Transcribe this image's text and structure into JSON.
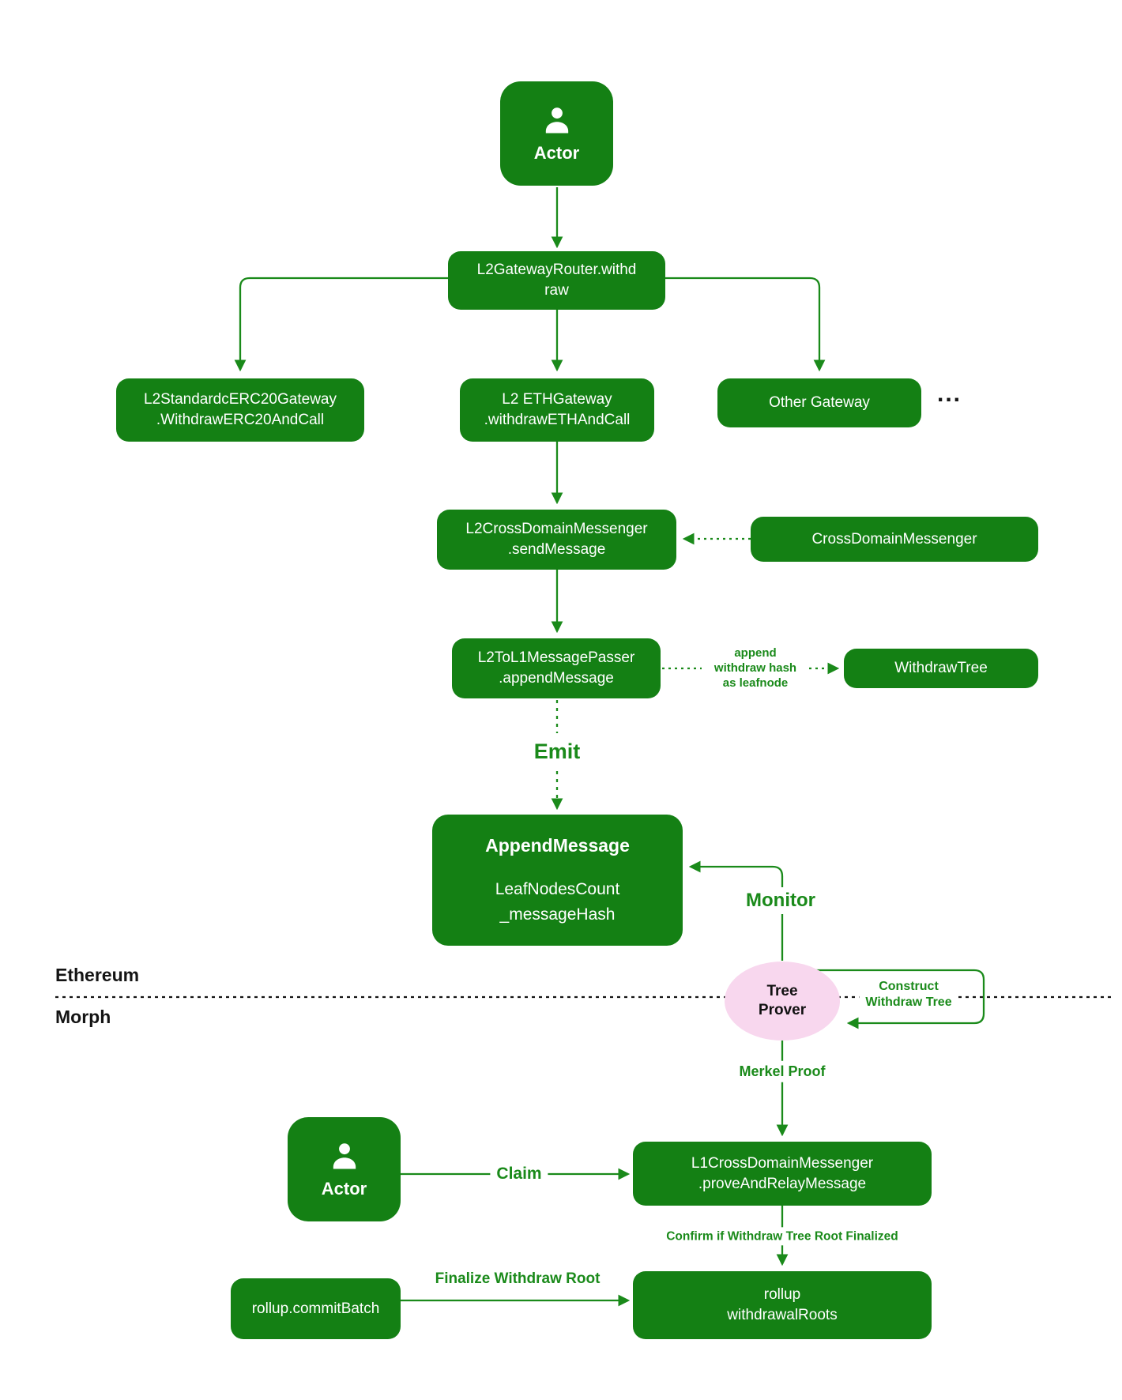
{
  "diagram": {
    "colors": {
      "node_green": "#148014",
      "line_green": "#1a8a1a",
      "prover_pink": "#f8d7ee",
      "divider_black": "#141414"
    },
    "layers": {
      "top_label": "Ethereum",
      "bottom_label": "Morph"
    },
    "nodes": {
      "actor_top": "Actor",
      "l2_gateway_router": "L2GatewayRouter.withd\nraw",
      "l2_standard_erc20_gateway": "L2StandardcERC20Gateway\n.WithdrawERC20AndCall",
      "l2_eth_gateway": "L2 ETHGateway\n.withdrawETHAndCall",
      "other_gateway": "Other Gateway",
      "other_gateway_ellipsis": "...",
      "l2_cross_domain_messenger": "L2CrossDomainMessenger\n.sendMessage",
      "cross_domain_messenger": "CrossDomainMessenger",
      "l2_to_l1_message_passer": "L2ToL1MessagePasser\n.appendMessage",
      "withdraw_tree": "WithdrawTree",
      "append_message_title": "AppendMessage",
      "append_message_body": "LeafNodesCount\n_messageHash",
      "tree_prover": "Tree\nProver",
      "actor_bottom": "Actor",
      "l1_cross_domain_messenger": "L1CrossDomainMessenger\n.proveAndRelayMessage",
      "rollup_commit_batch": "rollup.commitBatch",
      "rollup_withdrawal_roots": "rollup\nwithdrawalRoots"
    },
    "edge_labels": {
      "append_withdraw_hash": "append\nwithdraw hash\nas leafnode",
      "emit": "Emit",
      "monitor": "Monitor",
      "construct_withdraw_tree": "Construct\nWithdraw Tree",
      "merkel_proof": "Merkel Proof",
      "claim": "Claim",
      "confirm_finalized": "Confirm if Withdraw Tree Root Finalized",
      "finalize_withdraw_root": "Finalize Withdraw Root"
    }
  }
}
